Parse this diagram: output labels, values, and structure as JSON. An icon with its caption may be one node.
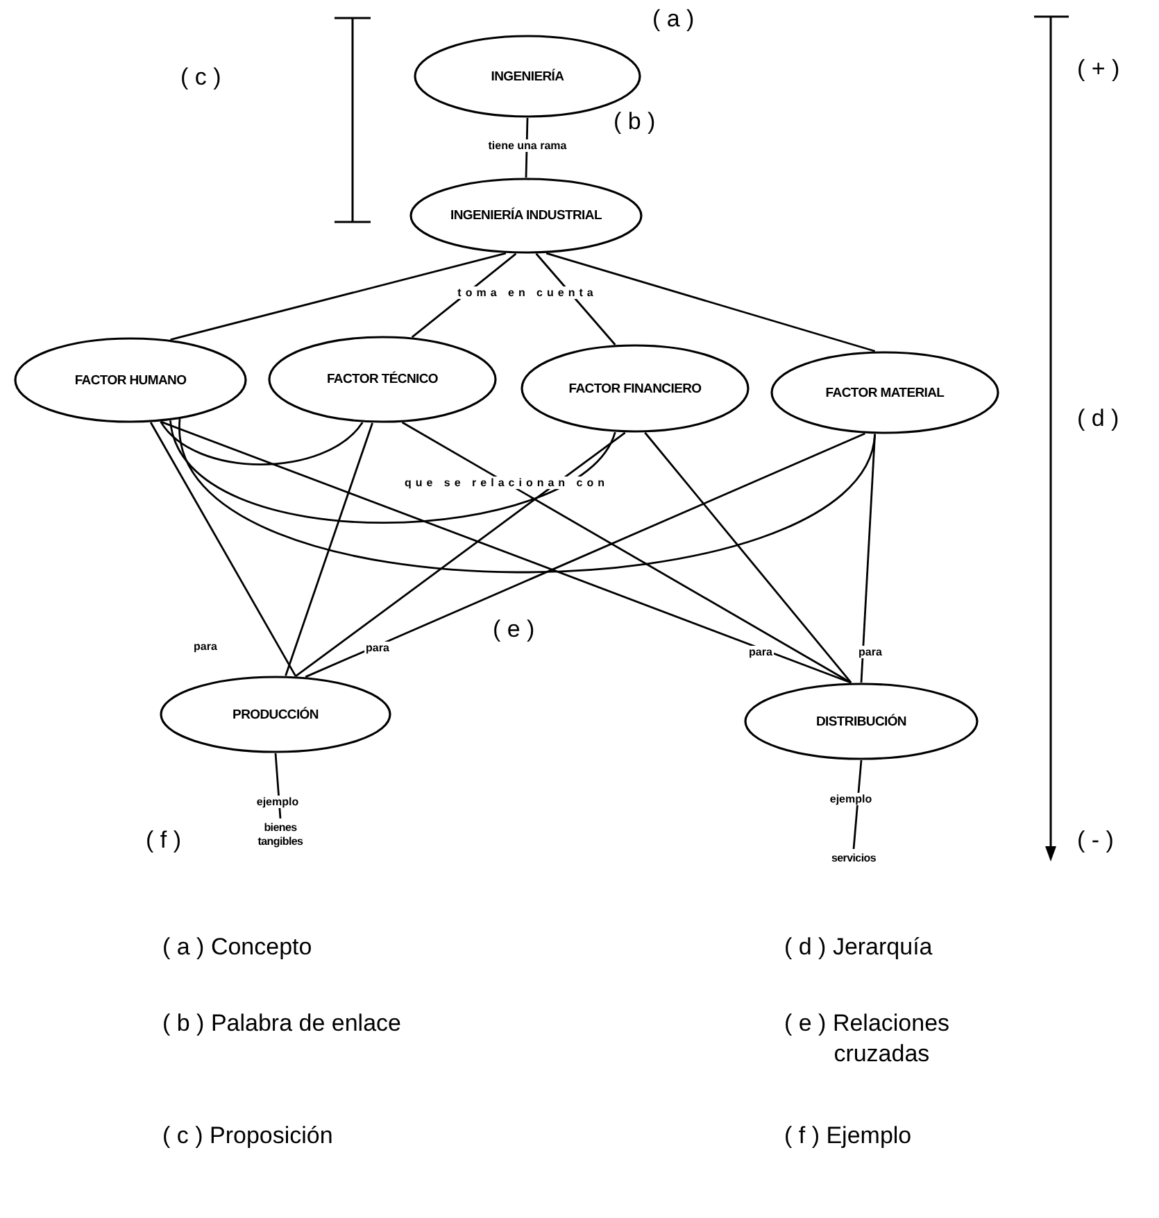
{
  "diagram": {
    "nodes": [
      {
        "text": [
          "INGENIERÍA"
        ]
      },
      {
        "text": [
          "INGENIERÍA INDUSTRIAL"
        ]
      },
      {
        "text": [
          "FACTOR HUMANO"
        ]
      },
      {
        "text": [
          "FACTOR TÉCNICO"
        ]
      },
      {
        "text": [
          "FACTOR FINANCIERO"
        ]
      },
      {
        "text": [
          "FACTOR MATERIAL"
        ]
      },
      {
        "text": [
          "PRODUCCIÓN"
        ]
      },
      {
        "text": [
          "DISTRIBUCIÓN"
        ]
      },
      {
        "text": [
          "bienes tangibles"
        ]
      },
      {
        "text": [
          "servicios"
        ]
      }
    ],
    "edges": [
      {
        "from": 0,
        "to": 1,
        "arrow": "none",
        "label": "tiene una rama"
      },
      {
        "from": 1,
        "to": 2,
        "arrow": "none"
      },
      {
        "from": 1,
        "to": 3,
        "arrow": "none",
        "label": "toma en cuenta"
      },
      {
        "from": 1,
        "to": 4,
        "arrow": "none"
      },
      {
        "from": 1,
        "to": 5,
        "arrow": "none"
      },
      {
        "from": 2,
        "to": 3,
        "arrow": "none"
      },
      {
        "from": 2,
        "to": 4,
        "arrow": "none",
        "label": "que se relacionan con"
      },
      {
        "from": 2,
        "to": 5,
        "arrow": "none"
      },
      {
        "from": 2,
        "to": 6,
        "arrow": "none",
        "label": "para"
      },
      {
        "from": 3,
        "to": 6,
        "arrow": "none"
      },
      {
        "from": 4,
        "to": 6,
        "arrow": "none"
      },
      {
        "from": 5,
        "to": 6,
        "arrow": "none",
        "label": "para"
      },
      {
        "from": 2,
        "to": 7,
        "arrow": "none",
        "label": "para"
      },
      {
        "from": 3,
        "to": 7,
        "arrow": "none"
      },
      {
        "from": 4,
        "to": 7,
        "arrow": "none"
      },
      {
        "from": 5,
        "to": 7,
        "arrow": "none",
        "label": "para"
      },
      {
        "from": 6,
        "to": 8,
        "arrow": "none",
        "label": "ejemplo"
      },
      {
        "from": 7,
        "to": 9,
        "arrow": "none",
        "label": "ejemplo"
      }
    ],
    "labels": [
      "( a )",
      "( b )",
      "( c )",
      "( + )",
      "( d )",
      "( e )",
      "( f )",
      "( - )",
      "( a ) Concepto",
      "( d ) Jerarquía",
      "( b ) Palabra de enlace",
      "( e ) Relaciones cruzadas",
      "( c ) Proposición",
      "( f ) Ejemplo"
    ]
  }
}
